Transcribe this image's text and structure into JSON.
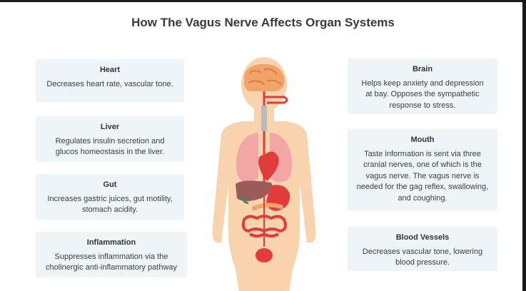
{
  "title": "How The Vagus Nerve Affects Organ Systems",
  "left_boxes": [
    {
      "heading": "Heart",
      "text": "Decreases heart rate, vascular tone."
    },
    {
      "heading": "Liver",
      "text": "Regulates insulin secretion and\nglucos homeostasis in the liver."
    },
    {
      "heading": "Gut",
      "text": "Increases gastric juices, gut motility,\nstomach acidity."
    },
    {
      "heading": "Inflammation",
      "text": "Suppresses inflammation via the\ncholinergic anti-inflammatory pathway"
    }
  ],
  "right_boxes": [
    {
      "heading": "Brain",
      "text": "Helps keep anxiety and depression\nat bay. Opposes the sympathetic\nresponse to stress."
    },
    {
      "heading": "Mouth",
      "text": "Taste information is sent via three\ncranial nerves, one of which is the\nvagus nerve. The vagus nerve is\nneeded for the gag reflex, swallowing,\nand coughing."
    },
    {
      "heading": "Blood Vessels",
      "text": "Decreases vascular tone, lowering\nblood pressure."
    }
  ],
  "colors": {
    "box_bg": "#eef4f8",
    "skin": "#f9d3ad",
    "organ_red": "#e23b3b",
    "lung_pink": "#f2a6a6",
    "brain_orange": "#f0a46a"
  }
}
